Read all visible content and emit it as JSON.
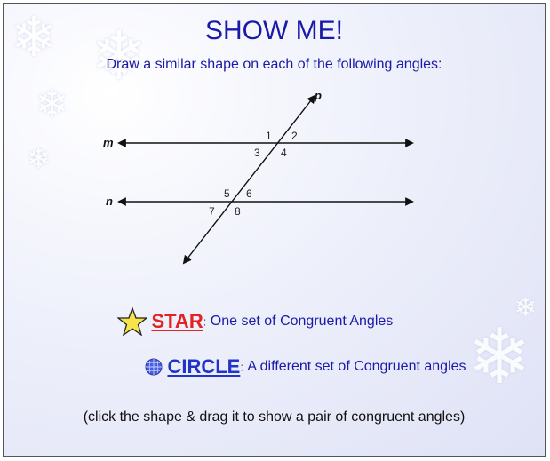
{
  "slide": {
    "title": "SHOW ME!",
    "subtitle": "Draw a similar shape on each of the following angles:"
  },
  "diagram": {
    "line_labels": {
      "m": "m",
      "n": "n",
      "p": "p"
    },
    "angle_labels": [
      "1",
      "2",
      "3",
      "4",
      "5",
      "6",
      "7",
      "8"
    ]
  },
  "star_item": {
    "keyword": "STAR",
    "colon": ":",
    "description": "One set of Congruent Angles",
    "icon": "star-icon"
  },
  "circle_item": {
    "keyword": "CIRCLE",
    "colon": ":",
    "description": "A different set of Congruent angles",
    "icon": "circle-icon"
  },
  "instruction": "(click the shape & drag it to show a pair of congruent angles)",
  "colors": {
    "title": "#1a1aa8",
    "star_keyword": "#e32222",
    "circle_keyword": "#2233c8",
    "star_fill": "#f7e34a",
    "circle_fill": "#4a5ee0"
  }
}
